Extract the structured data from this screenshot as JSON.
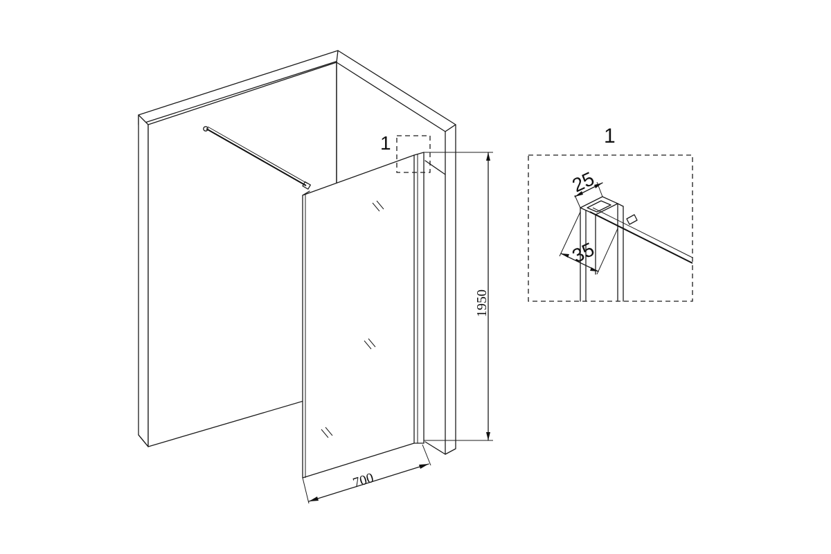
{
  "diagram": {
    "detail_marker": "1",
    "detail_title": "1",
    "dimensions": {
      "height": "1950",
      "width": "700",
      "profile_width": "25",
      "profile_depth": "35"
    }
  }
}
